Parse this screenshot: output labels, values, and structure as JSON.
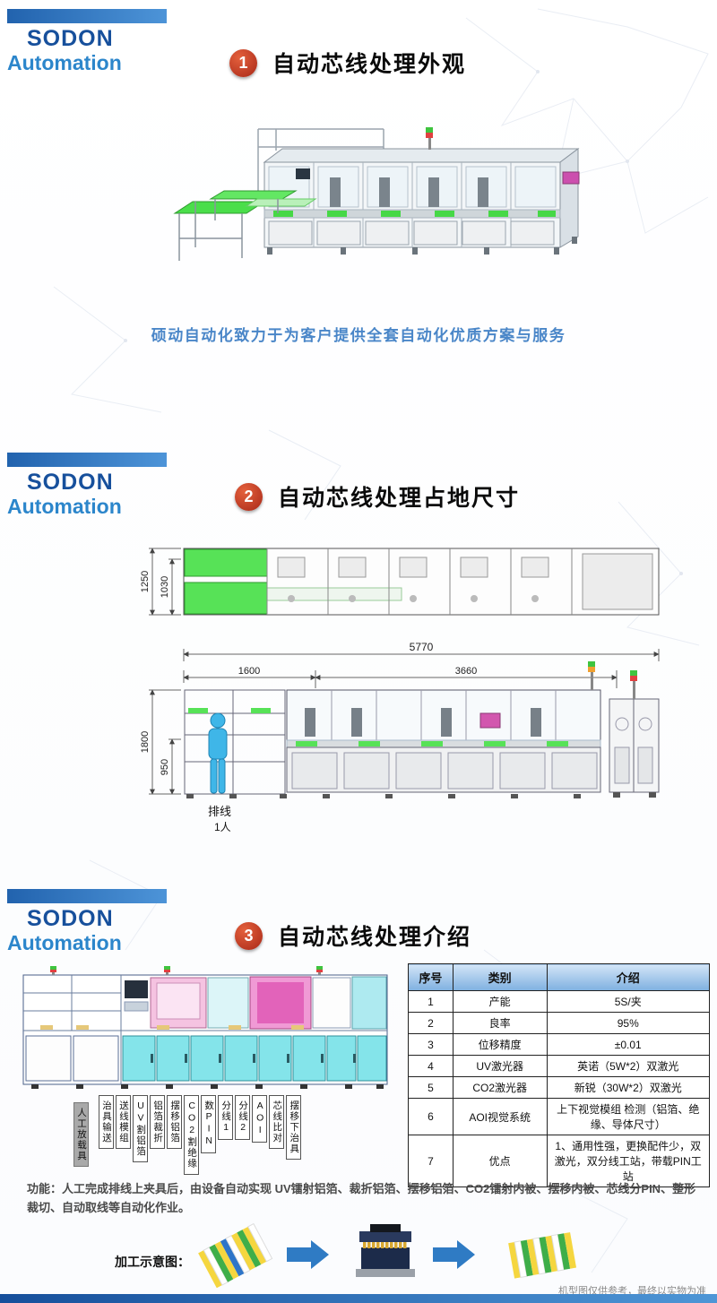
{
  "page": {
    "footer_note": "机型图仅供参考，最终以实物为准"
  },
  "logo": {
    "line1": "SODON",
    "line2": "Automation"
  },
  "colors": {
    "brand_blue": "#17509c",
    "logo_light_blue": "#2c86cb",
    "badge_red": "#b93322",
    "slogan_blue": "#4a86c8",
    "table_header_blue": "#7fb0e0",
    "machine_green": "#57e257",
    "panel_pink": "#f19ad6",
    "panel_cyan": "#7fe3ea",
    "operator_blue": "#3fb6e8"
  },
  "sections": {
    "s1": {
      "number": "1",
      "title": "自动芯线处理外观",
      "slogan": "硕动自动化致力于为客户提供全套自动化优质方案与服务"
    },
    "s2": {
      "number": "2",
      "title": "自动芯线处理占地尺寸",
      "dims": {
        "d1250": "1250",
        "d1030": "1030",
        "d5770": "5770",
        "d1600": "1600",
        "d3660": "3660",
        "d1800": "1800",
        "d950": "950"
      },
      "operator": {
        "label": "排线",
        "count": "1人"
      }
    },
    "s3": {
      "number": "3",
      "title": "自动芯线处理介绍",
      "stations": [
        "人工放载具",
        "治具输送",
        "送线模组",
        "UV割铝箔",
        "铝箔裁折",
        "摆移铝箔",
        "CO2割绝缘",
        "数PIN",
        "分线1",
        "分线2",
        "AOI",
        "芯线比对",
        "摆移下治具"
      ],
      "table": {
        "headers": [
          "序号",
          "类别",
          "介绍"
        ],
        "rows": [
          {
            "no": "1",
            "cat": "产能",
            "desc": "5S/夹"
          },
          {
            "no": "2",
            "cat": "良率",
            "desc": "95%"
          },
          {
            "no": "3",
            "cat": "位移精度",
            "desc": "±0.01"
          },
          {
            "no": "4",
            "cat": "UV激光器",
            "desc": "英诺（5W*2）双激光"
          },
          {
            "no": "5",
            "cat": "CO2激光器",
            "desc": "新锐（30W*2）双激光"
          },
          {
            "no": "6",
            "cat": "AOI视觉系统",
            "desc": "上下视觉模组 检测（铝箔、绝缘、导体尺寸）"
          },
          {
            "no": "7",
            "cat": "优点",
            "desc": "1、通用性强，更换配件少，双激光，双分线工站，带载PIN工站"
          }
        ]
      },
      "function_text": "功能：人工完成排线上夹具后，由设备自动实现 UV镭射铝箔、裁折铝箔、摆移铝箔、CO2镭射内被、摆移内被、芯线分PIN、整形裁切、自动取线等自动化作业。",
      "process_label": "加工示意图："
    }
  }
}
